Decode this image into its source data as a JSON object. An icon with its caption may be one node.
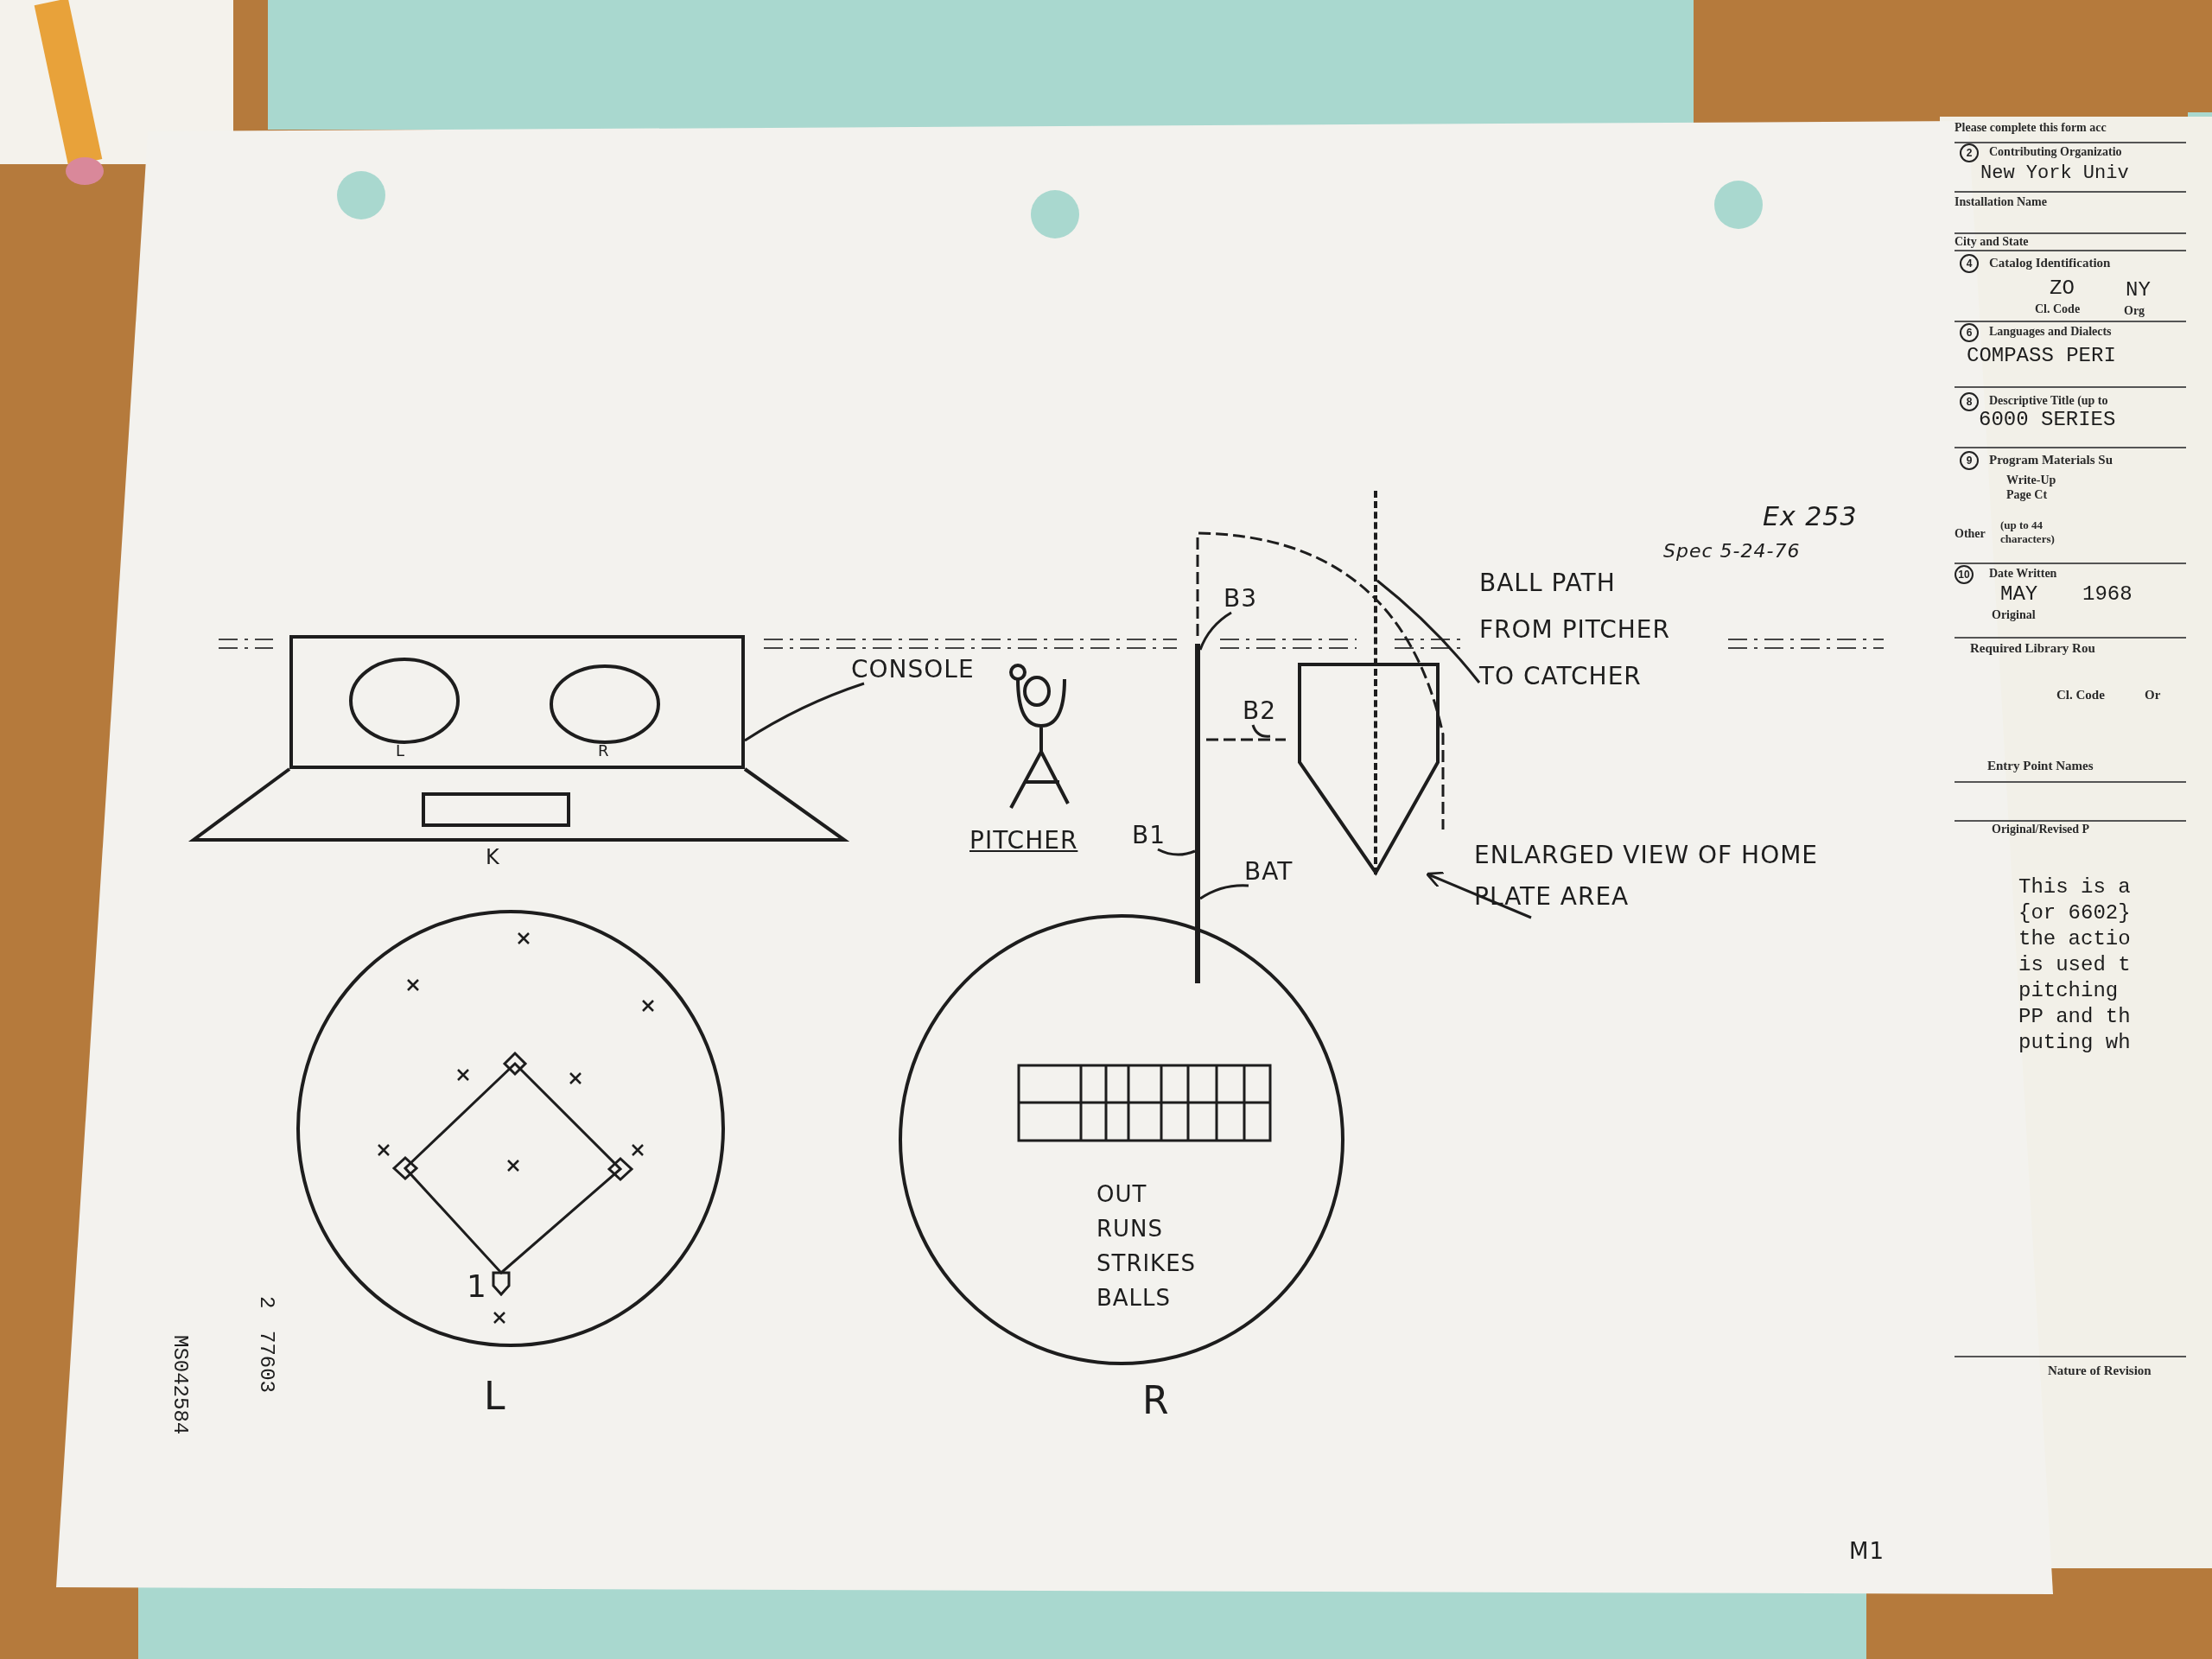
{
  "diagram": {
    "nodes": [
      {
        "text": [
          "CONSOLE"
        ]
      },
      {
        "text": [],
        "shape": "box"
      },
      {
        "text": [
          "BALL PATH FROM PITCHER TO CATCHER"
        ]
      },
      {
        "text": [],
        "shape": "bar"
      },
      {
        "text": [
          "B3"
        ]
      },
      {
        "text": [
          "B2"
        ]
      },
      {
        "text": [
          "B1"
        ]
      },
      {
        "text": [
          "BAT"
        ]
      },
      {
        "text": [],
        "shape": "bar"
      },
      {
        "text": [
          "ENLARGED VIEW OF HOME PLATE AREA"
        ]
      },
      {
        "text": [],
        "shape": "picture"
      },
      {
        "text": [],
        "shape": "circle",
        "beside": [
          "L"
        ]
      },
      {
        "text": [
          "OUT RUNS STRIKES BALLS"
        ],
        "beside": [
          "R"
        ]
      }
    ],
    "edges": [
      {
        "from": 0,
        "to": 1,
        "arrow": "none"
      },
      {
        "from": 2,
        "to": 8,
        "arrow": "none"
      },
      {
        "from": 4,
        "to": 3,
        "arrow": "none"
      },
      {
        "from": 5,
        "to": null,
        "arrow": "none"
      },
      {
        "from": 6,
        "to": 3,
        "arrow": "none"
      },
      {
        "from": 7,
        "to": 3,
        "arrow": "none"
      },
      {
        "from": 9,
        "to": 10,
        "arrow": "to"
      }
    ],
    "labels": [
      "L",
      "R",
      "K",
      "PITCHER",
      "Ex 253",
      "Spec 5-24-76",
      "1",
      "77603",
      "2",
      "MS042584",
      "M1",
      "Please complete this form acc",
      "2",
      "Contributing Organizatio",
      "New York Univ",
      "Installation Name",
      "City and State",
      "4",
      "Catalog Identification",
      "ZO",
      "NY",
      "Cl. Code",
      "Org",
      "6",
      "Languages and Dialects",
      "COMPASS PERI",
      "8",
      "Descriptive Title (up to",
      "6000 SERIES",
      "9",
      "Program Materials Su",
      "Write-Up Page Ct",
      "Other",
      "(up to 44 characters)",
      "10",
      "Date Written",
      "MAY",
      "1968",
      "Original",
      "Required Library Rou",
      "Cl. Code",
      "Or",
      "Entry Point Names",
      "Original/Revised P",
      "This is a {or 6602} the actio is used t pitching PP and th puting wh",
      "Nature of Revision"
    ]
  }
}
